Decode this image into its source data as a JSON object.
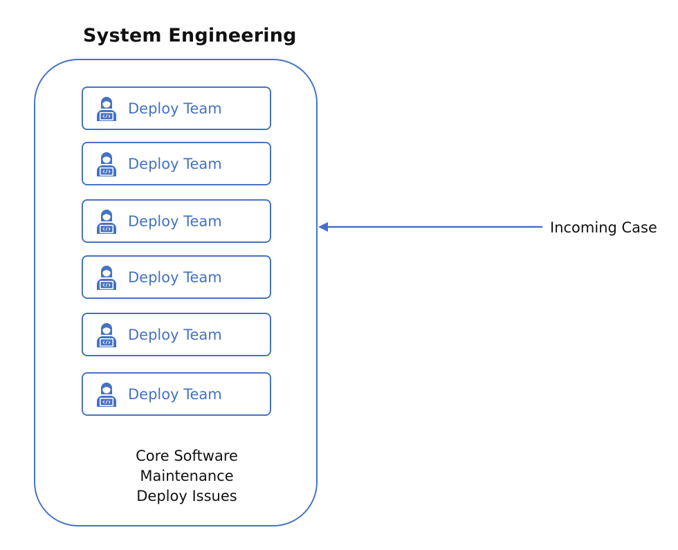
{
  "title": "System Engineering",
  "teams": [
    {
      "label": "Deploy Team",
      "icon": "developer-laptop-icon"
    },
    {
      "label": "Deploy Team",
      "icon": "developer-laptop-icon"
    },
    {
      "label": "Deploy Team",
      "icon": "developer-laptop-icon"
    },
    {
      "label": "Deploy Team",
      "icon": "developer-laptop-icon"
    },
    {
      "label": "Deploy Team",
      "icon": "developer-laptop-icon"
    },
    {
      "label": "Deploy Team",
      "icon": "developer-laptop-icon"
    }
  ],
  "responsibilities": [
    "Core Software",
    "Maintenance",
    "Deploy Issues"
  ],
  "incoming_label": "Incoming Case",
  "colors": {
    "accent": "#4472C4",
    "text": "#111111"
  }
}
